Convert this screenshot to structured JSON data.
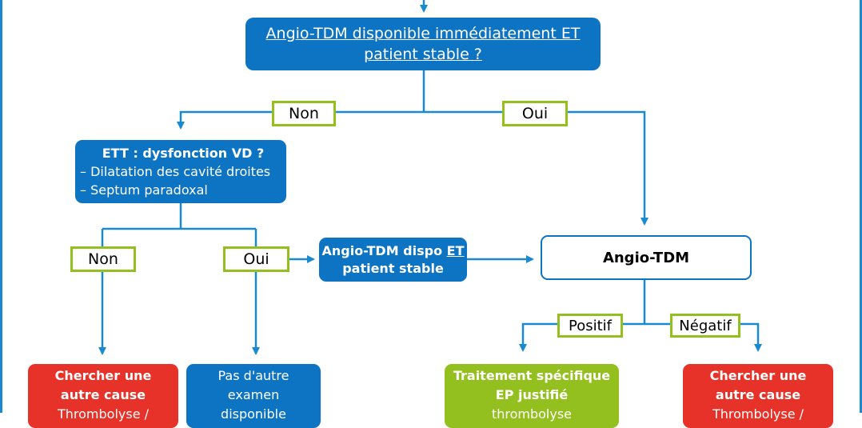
{
  "nodes": {
    "q_angio": {
      "line1": "Angio-TDM disponible immédiatement ET",
      "line2": "patient stable ?"
    },
    "ett": {
      "title": "ETT : dysfonction VD ?",
      "item1": "– Dilatation des cavité droites",
      "item2": "– Septum paradoxal"
    },
    "angio_dispo": {
      "line1_a": "Angio-TDM dispo ",
      "line1_b": "ET",
      "line2": "patient stable"
    },
    "angio_tdm": {
      "label": "Angio-TDM"
    },
    "autre_cause_left": {
      "line1": "Chercher une",
      "line2": "autre cause",
      "line3": "Thrombolyse /"
    },
    "pas_autre": {
      "line1": "Pas d'autre",
      "line2": "examen",
      "line3": "disponible"
    },
    "traitement": {
      "line1": "Traitement spécifique",
      "line2": "EP justifié",
      "line3": "thrombolyse"
    },
    "autre_cause_right": {
      "line1": "Chercher une",
      "line2": "autre cause",
      "line3": "Thrombolyse /"
    }
  },
  "labels": {
    "non_top": "Non",
    "oui_top": "Oui",
    "non_mid": "Non",
    "oui_mid": "Oui",
    "positif": "Positif",
    "negatif": "Négatif"
  },
  "colors": {
    "blue": "#0d73c3",
    "red": "#e63229",
    "green": "#93c01f",
    "arrow": "#1a8ad0"
  }
}
